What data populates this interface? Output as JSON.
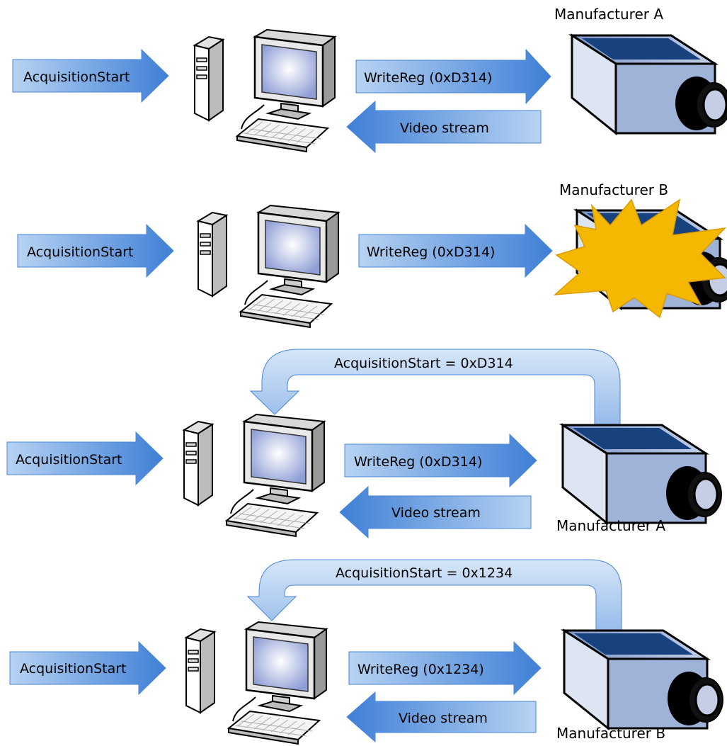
{
  "scenarios": [
    {
      "input_label": "AcquisitionStart",
      "write_label": "WriteReg (0xD314)",
      "stream_label": "Video stream",
      "camera_label": "Manufacturer A"
    },
    {
      "input_label": "AcquisitionStart",
      "write_label": "WriteReg (0xD314)",
      "camera_label": "Manufacturer B"
    },
    {
      "input_label": "AcquisitionStart",
      "query_label": "AcquisitionStart = 0xD314",
      "write_label": "WriteReg (0xD314)",
      "stream_label": "Video stream",
      "camera_label": "Manufacturer A"
    },
    {
      "input_label": "AcquisitionStart",
      "query_label": "AcquisitionStart = 0x1234",
      "write_label": "WriteReg (0x1234)",
      "stream_label": "Video stream",
      "camera_label": "Manufacturer B"
    }
  ],
  "colors": {
    "arrow_light": "#a8c8ee",
    "arrow_dark": "#4a86d8",
    "camera_front": "#9fb2d8",
    "camera_top": "#17427e",
    "burst": "#f5b800"
  }
}
